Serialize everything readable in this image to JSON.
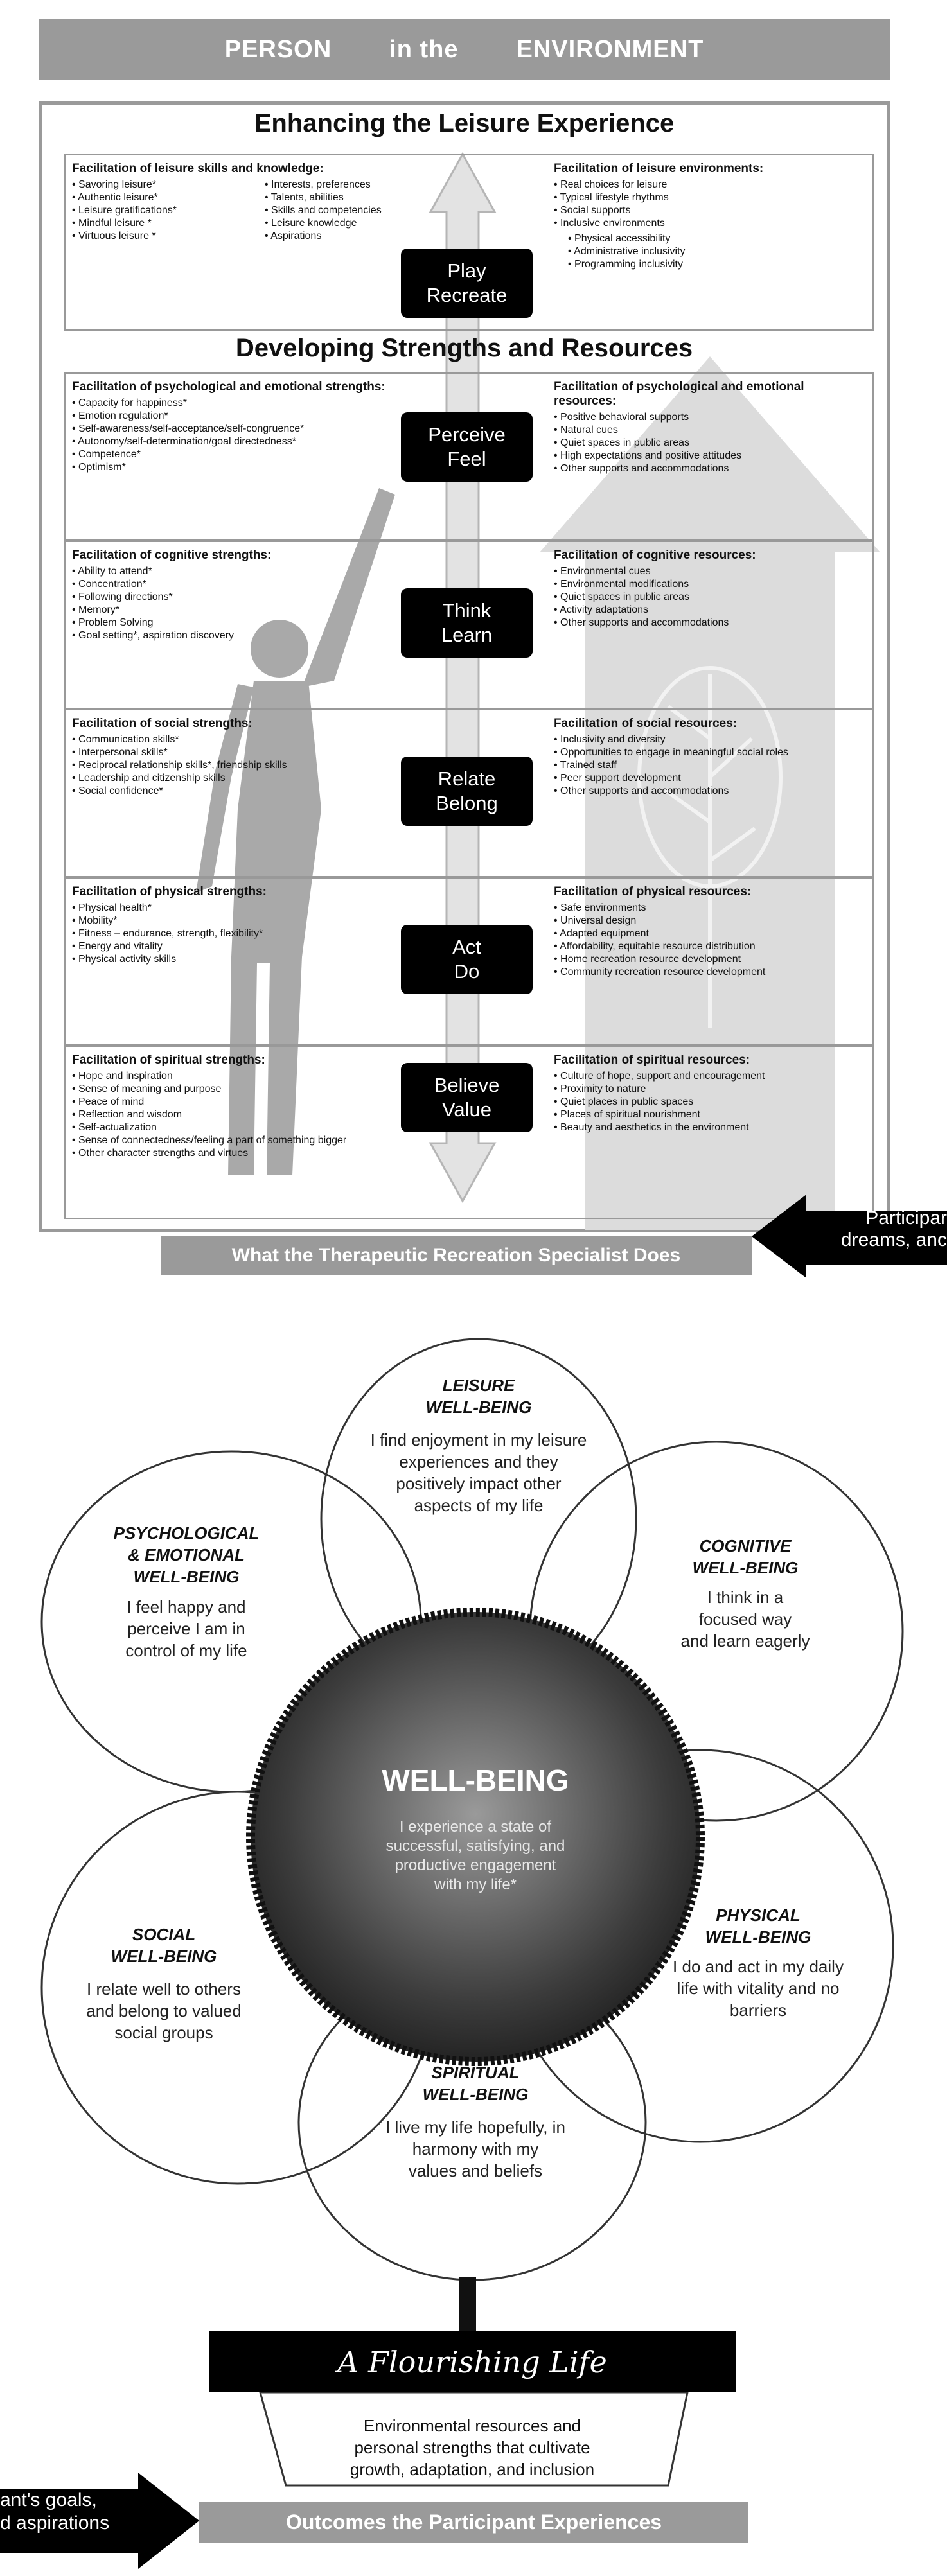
{
  "banner": {
    "person": "PERSON",
    "in_the": "in the",
    "environment": "ENVIRONMENT"
  },
  "sections": {
    "enhancing": "Enhancing the Leisure Experience",
    "developing": "Developing Strengths and Resources"
  },
  "rows": [
    {
      "verb1": "Play",
      "verb2": "Recreate",
      "left_title": "Facilitation of leisure skills and knowledge:",
      "left_items": [
        "Savoring leisure*",
        "Authentic leisure*",
        "Leisure gratifications*",
        "Mindful leisure *",
        "Virtuous leisure *"
      ],
      "left_items_b": [
        "Interests, preferences",
        "Talents, abilities",
        "Skills and competencies",
        "Leisure knowledge",
        "Aspirations"
      ],
      "right_title": "Facilitation of leisure environments:",
      "right_items": [
        "Real choices for leisure",
        "Typical lifestyle rhythms",
        "Social supports",
        "Inclusive environments"
      ],
      "right_sub": [
        "Physical accessibility",
        "Administrative inclusivity",
        "Programming inclusivity"
      ]
    },
    {
      "verb1": "Perceive",
      "verb2": "Feel",
      "left_title": "Facilitation of psychological and emotional strengths:",
      "left_items": [
        "Capacity for happiness*",
        "Emotion regulation*",
        "Self-awareness/self-acceptance/self-congruence*",
        "Autonomy/self-determination/goal directedness*",
        "Competence*",
        "Optimism*"
      ],
      "right_title": "Facilitation of psychological and emotional resources:",
      "right_items": [
        "Positive behavioral supports",
        "Natural cues",
        "Quiet spaces in public areas",
        "High expectations and positive attitudes",
        "Other supports and accommodations"
      ]
    },
    {
      "verb1": "Think",
      "verb2": "Learn",
      "left_title": "Facilitation of cognitive strengths:",
      "left_items": [
        "Ability to attend*",
        "Concentration*",
        "Following directions*",
        "Memory*",
        "Problem Solving",
        "Goal setting*, aspiration discovery"
      ],
      "right_title": "Facilitation of cognitive resources:",
      "right_items": [
        "Environmental cues",
        "Environmental modifications",
        "Quiet spaces in public areas",
        "Activity adaptations",
        "Other supports and accommodations"
      ]
    },
    {
      "verb1": "Relate",
      "verb2": "Belong",
      "left_title": "Facilitation of social strengths:",
      "left_items": [
        "Communication skills*",
        "Interpersonal skills*",
        "Reciprocal relationship skills*, friendship skills",
        "Leadership and citizenship skills",
        "Social confidence*"
      ],
      "right_title": "Facilitation of social resources:",
      "right_items": [
        "Inclusivity and diversity",
        "Opportunities to engage in meaningful social roles",
        "Trained staff",
        "Peer support development",
        "Other supports and accommodations"
      ]
    },
    {
      "verb1": "Act",
      "verb2": "Do",
      "left_title": "Facilitation of physical strengths:",
      "left_items": [
        "Physical health*",
        "Mobility*",
        "Fitness – endurance, strength, flexibility*",
        "Energy and vitality",
        "Physical activity skills"
      ],
      "right_title": "Facilitation of physical resources:",
      "right_items": [
        "Safe environments",
        "Universal design",
        "Adapted equipment",
        "Affordability, equitable resource distribution",
        "Home recreation resource development",
        "Community recreation resource development"
      ]
    },
    {
      "verb1": "Believe",
      "verb2": "Value",
      "left_title": "Facilitation of spiritual strengths:",
      "left_items": [
        "Hope and inspiration",
        "Sense of meaning and purpose",
        "Peace of mind",
        "Reflection and wisdom",
        "Self-actualization",
        "Sense of connectedness/feeling a part of something bigger",
        "Other character strengths and virtues"
      ],
      "right_title": "Facilitation of spiritual resources:",
      "right_items": [
        "Culture of hope, support and encouragement",
        "Proximity to nature",
        "Quiet places in public spaces",
        "Places of spiritual nourishment",
        "Beauty and aesthetics in the environment"
      ]
    }
  ],
  "bottom_left_banner": "What the Therapeutic Recreation Specialist Does",
  "right_arrow_text": [
    "Participar",
    "dreams, anc"
  ],
  "petals": {
    "leisure": {
      "title1": "LEISURE",
      "title2": "WELL-BEING",
      "text": [
        "I find enjoyment in my leisure",
        "experiences and they",
        "positively impact other",
        "aspects of my life"
      ]
    },
    "psych": {
      "title1": "PSYCHOLOGICAL",
      "title2": "& EMOTIONAL",
      "title3": "WELL-BEING",
      "text": [
        "I feel happy and",
        "perceive I am in",
        "control of my life"
      ]
    },
    "cognitive": {
      "title1": "COGNITIVE",
      "title2": "WELL-BEING",
      "text": [
        "I think in a",
        "focused way",
        "and learn eagerly"
      ]
    },
    "social": {
      "title1": "SOCIAL",
      "title2": "WELL-BEING",
      "text": [
        "I relate well to others",
        "and belong to valued",
        "social groups"
      ]
    },
    "physical": {
      "title1": "PHYSICAL",
      "title2": "WELL-BEING",
      "text": [
        "I do and act in my daily",
        "life with vitality and no",
        "barriers"
      ]
    },
    "spiritual": {
      "title1": "SPIRITUAL",
      "title2": "WELL-BEING",
      "text": [
        "I live my life hopefully, in",
        "harmony with my",
        "values and beliefs"
      ]
    }
  },
  "core": {
    "title": "WELL-BEING",
    "text": [
      "I experience a state of",
      "successful, satisfying, and",
      "productive engagement",
      "with my life*"
    ]
  },
  "flourishing": "A Flourishing Life",
  "basket_text": [
    "Environmental resources and",
    "personal strengths that cultivate",
    "growth, adaptation, and inclusion"
  ],
  "left_arrow_text": [
    "ant's goals,",
    "d aspirations"
  ],
  "outcomes_banner": "Outcomes the Participant Experiences"
}
